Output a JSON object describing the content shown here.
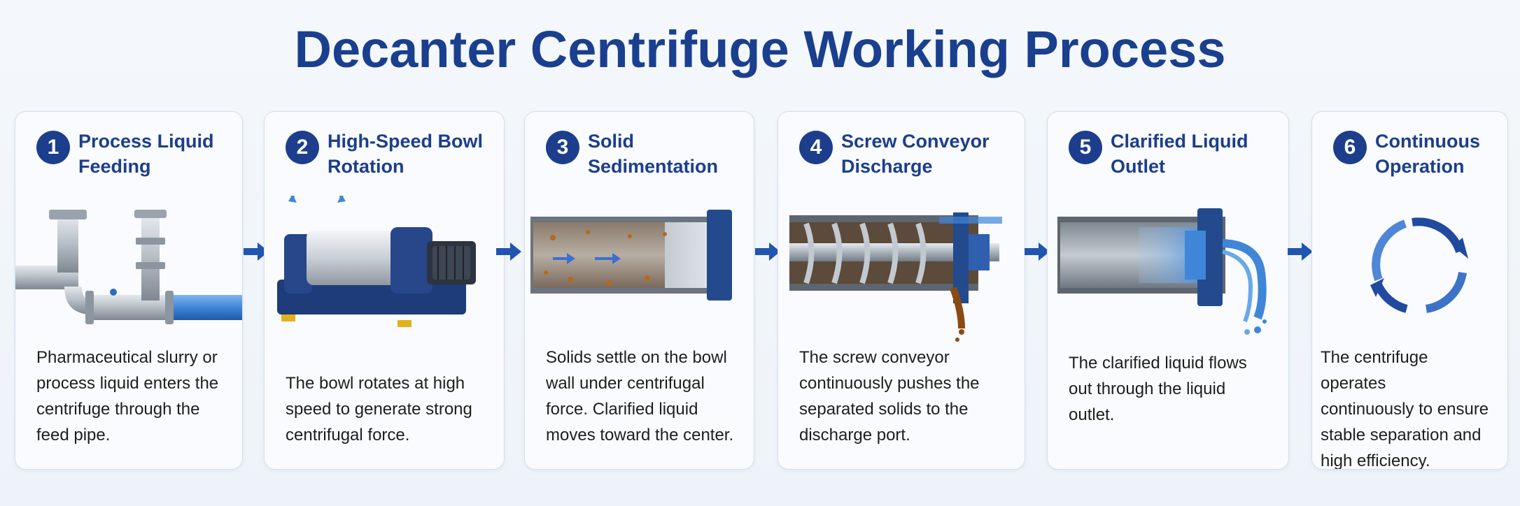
{
  "title": "Decanter Centrifuge Working Process",
  "steps": [
    {
      "number": "1",
      "title_line1": "Process Liquid",
      "title_line2": "Feeding",
      "description": [
        "Pharmaceutical slurry or",
        "process liquid enters the",
        "centrifuge through the",
        "feed pipe."
      ]
    },
    {
      "number": "2",
      "title_line1": "High-Speed Bowl",
      "title_line2": "Rotation",
      "description": [
        "The bowl rotates at high",
        "speed to generate strong",
        "centrifugal force."
      ]
    },
    {
      "number": "3",
      "title_line1": "Solid",
      "title_line2": "Sedimentation",
      "description": [
        "Solids settle on the bowl",
        "wall under centrifugal",
        "force. Clarified liquid",
        "moves toward the center."
      ]
    },
    {
      "number": "4",
      "title_line1": "Screw Conveyor",
      "title_line2": "Discharge",
      "description": [
        "The screw conveyor",
        "continuously pushes the",
        "separated solids to the",
        "discharge port."
      ]
    },
    {
      "number": "5",
      "title_line1": "Clarified Liquid",
      "title_line2": "Outlet",
      "description": [
        "The clarified liquid flows",
        "out through the liquid",
        "outlet."
      ]
    },
    {
      "number": "6",
      "title_line1": "Continuous",
      "title_line2": "Operation",
      "description": [
        "The centrifuge operates",
        "continuously to ensure",
        "stable separation and",
        "high efficiency."
      ]
    }
  ],
  "colors": {
    "accent": "#1c3e8c",
    "water": "#3f86d8",
    "steel": "#aeb6bf",
    "solids": "#9a5a22"
  },
  "icons": [
    "feed-pipe-icon",
    "decanter-machine-icon",
    "bowl-sedimentation-icon",
    "screw-conveyor-icon",
    "liquid-outlet-icon",
    "cycle-icon"
  ]
}
